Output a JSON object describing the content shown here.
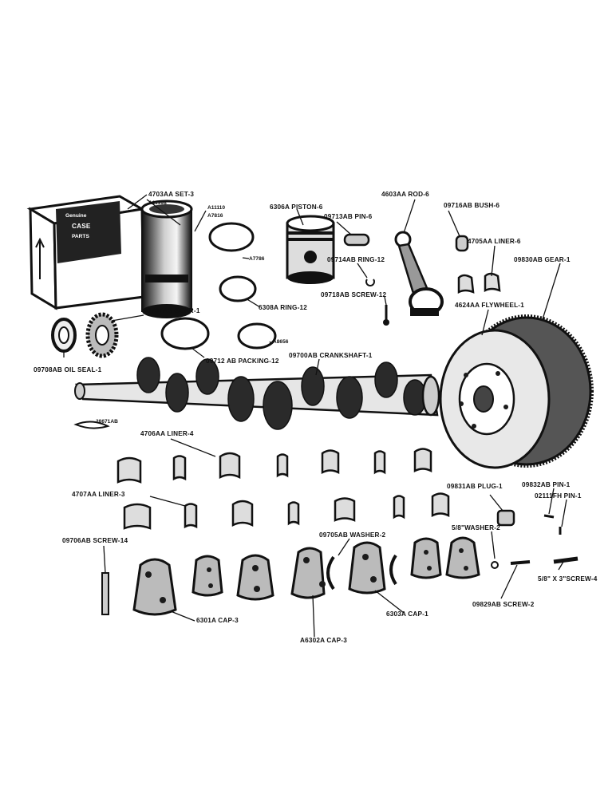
{
  "diagram": {
    "box_logo": [
      "Genuine",
      "CASE",
      "PARTS"
    ],
    "labels": {
      "set": "4703AA SET-3",
      "set_sub": "A11998",
      "ring_a": "A11110",
      "ring_b": "A7816",
      "ring_c": "A7786",
      "piston": "6306A  PISTON-6",
      "pin": "09713AB PIN-6",
      "ring12": "09714AB RING-12",
      "screw12": "09718AB SCREW-12",
      "rod": "4603AA ROD-6",
      "bush": "09716AB BUSH-6",
      "liner6": "4705AA LINER-6",
      "gear_fly": "09830AB GEAR-1",
      "flywheel": "4624AA FLYWHEEL-1",
      "ring6308": "6308A RING-12",
      "gear": "09707AB GEAR-1",
      "oil_seal": "09708AB OIL SEAL-1",
      "packing": "09712 AB PACKING-12",
      "ring_d": "A8656",
      "crankshaft": "09700AB  CRANKSHAFT-1",
      "key": "28671AB",
      "liner4": "4706AA LINER-4",
      "liner3": "4707AA LINER-3",
      "plug": "09831AB PLUG-1",
      "pin1": "09832AB PIN-1",
      "pin1b": "02111FH PIN-1",
      "screw14": "09706AB SCREW-14",
      "washer": "09705AB WASHER-2",
      "washer2": "5/8\"WASHER-2",
      "screw4": "5/8\" X 3\"SCREW-4",
      "screw2": "09829AB SCREW-2",
      "cap3": "6301A CAP-3",
      "cap3b": "A6302A CAP-3",
      "cap1": "6303A CAP-1"
    }
  }
}
